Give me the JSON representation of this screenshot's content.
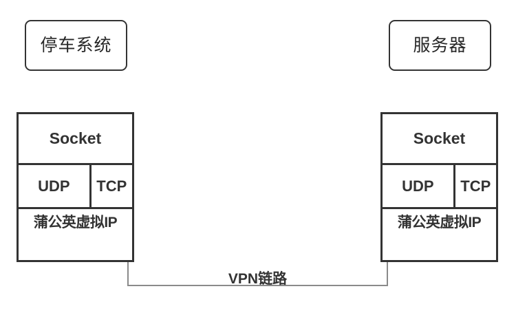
{
  "diagram": {
    "title_boxes": [
      {
        "id": "parking-system",
        "label": "停车系统"
      },
      {
        "id": "server",
        "label": "服务器"
      }
    ],
    "stacks": [
      {
        "id": "left",
        "rows": {
          "socket": "Socket",
          "udp": "UDP",
          "tcp": "TCP",
          "virtual_ip": "蒲公英虚拟IP"
        }
      },
      {
        "id": "right",
        "rows": {
          "socket": "Socket",
          "udp": "UDP",
          "tcp": "TCP",
          "virtual_ip": "蒲公英虚拟IP"
        }
      }
    ],
    "connector": {
      "label": "VPN链路"
    },
    "colors": {
      "stroke": "#333333",
      "text": "#262626",
      "connector": "#8a8a8a",
      "background": "#ffffff"
    }
  }
}
